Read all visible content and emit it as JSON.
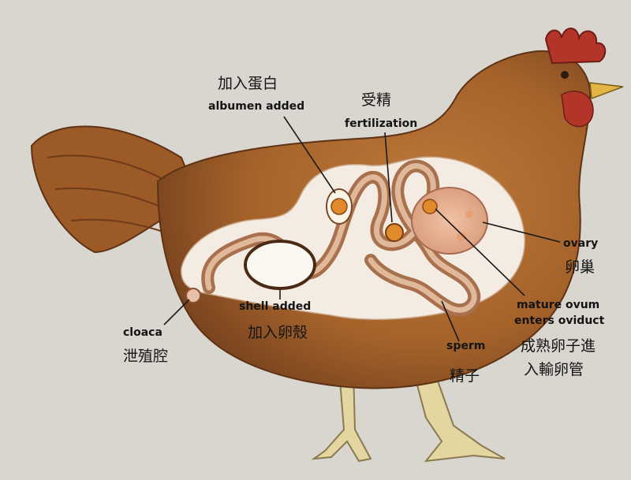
{
  "labels": {
    "albumen_zh": "加入蛋白",
    "albumen_en": "albumen added",
    "fertilization_zh": "受精",
    "fertilization_en": "fertilization",
    "ovary_en": "ovary",
    "ovary_zh": "卵巢",
    "shell_en": "shell added",
    "shell_zh": "加入卵殼",
    "cloaca_en": "cloaca",
    "cloaca_zh": "泄殖腔",
    "sperm_en": "sperm",
    "sperm_zh": "精子",
    "ovum_en_1": "mature ovum",
    "ovum_en_2": "enters oviduct",
    "ovum_zh_1": "成熟卵子進",
    "ovum_zh_2": "入輸卵管"
  },
  "colors": {
    "background": "#d9d6d0",
    "plumage": "#a4622a",
    "plumage_dark": "#7a4420",
    "cutaway": "#f4ece2",
    "oviduct": "#a8704c",
    "comb": "#b3352a",
    "beak": "#e2b545",
    "legs": "#e4d6a0",
    "yolk": "#e08a2c"
  }
}
